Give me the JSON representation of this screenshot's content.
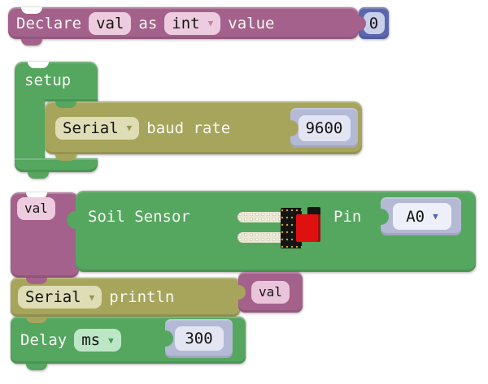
{
  "editor": {
    "name": "block-program-canvas"
  },
  "colors": {
    "variable_block": "#a4618b",
    "variable_chip": "#eeccdf",
    "control_block": "#55a65f",
    "control_chip": "#bde6c7",
    "serial_block": "#a6a55b",
    "serial_chip": "#dfddb6",
    "number_block": "#5a67ae",
    "number_field": "#c9cee9",
    "value_block": "#b4b9d5",
    "value_field": "#e3e5f2",
    "pin_field": "#eef0f9",
    "sensor_connector": "#df1010"
  },
  "icons": {
    "dropdown_arrow": "▼",
    "soil_sensor_image": "soil-moisture-sensor"
  },
  "blocks": {
    "declare": {
      "keyword": "Declare",
      "variable": "val",
      "as_label": "as",
      "type": "int",
      "value_label": "value",
      "value": "0"
    },
    "setup": {
      "label": "setup"
    },
    "serial_baud": {
      "device": "Serial",
      "label": "baud rate",
      "value": "9600"
    },
    "soil_sensor": {
      "variable": "val",
      "label": "Soil Sensor",
      "pin_label": "Pin",
      "pin": "A0"
    },
    "serial_println": {
      "device": "Serial",
      "label": "println",
      "argument": "val"
    },
    "delay": {
      "label": "Delay",
      "unit": "ms",
      "value": "300"
    }
  }
}
